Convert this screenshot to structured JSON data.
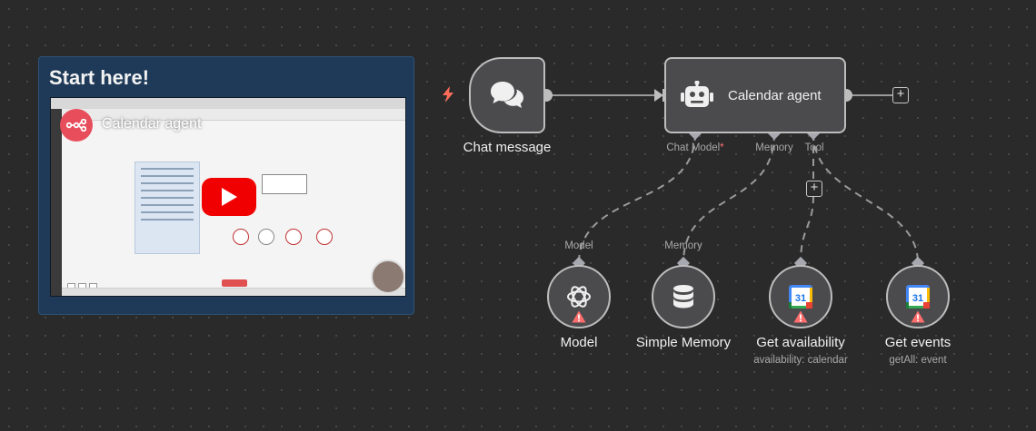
{
  "sticky_note": {
    "title": "Start here!",
    "video": {
      "title": "Calendar agent"
    }
  },
  "nodes": {
    "trigger": {
      "label": "Chat message",
      "icon": "chat-bubbles-icon"
    },
    "agent": {
      "label": "Calendar agent",
      "icon": "robot-icon",
      "ports": {
        "chat_model": "Chat Model",
        "required_marker": "*",
        "memory": "Memory",
        "tool": "Tool"
      }
    },
    "model": {
      "label": "Model",
      "port_label": "Model",
      "icon": "openai-icon",
      "warning": true
    },
    "memory": {
      "label": "Simple Memory",
      "port_label": "Memory",
      "icon": "database-icon"
    },
    "get_availability": {
      "label": "Get availability",
      "sublabel": "availability: calendar",
      "icon": "google-calendar-icon",
      "warning": true
    },
    "get_events": {
      "label": "Get events",
      "sublabel": "getAll: event",
      "icon": "google-calendar-icon",
      "warning": true
    }
  },
  "calendar_icon_text": "31",
  "colors": {
    "canvas": "#2a2a2b",
    "node_fill": "#4b4b4d",
    "node_border": "#bdbdbd",
    "sticky": "#1f3a58",
    "warning": "#ff6d6d",
    "trigger_bolt": "#ff6d5a",
    "youtube_red": "#f00000"
  }
}
